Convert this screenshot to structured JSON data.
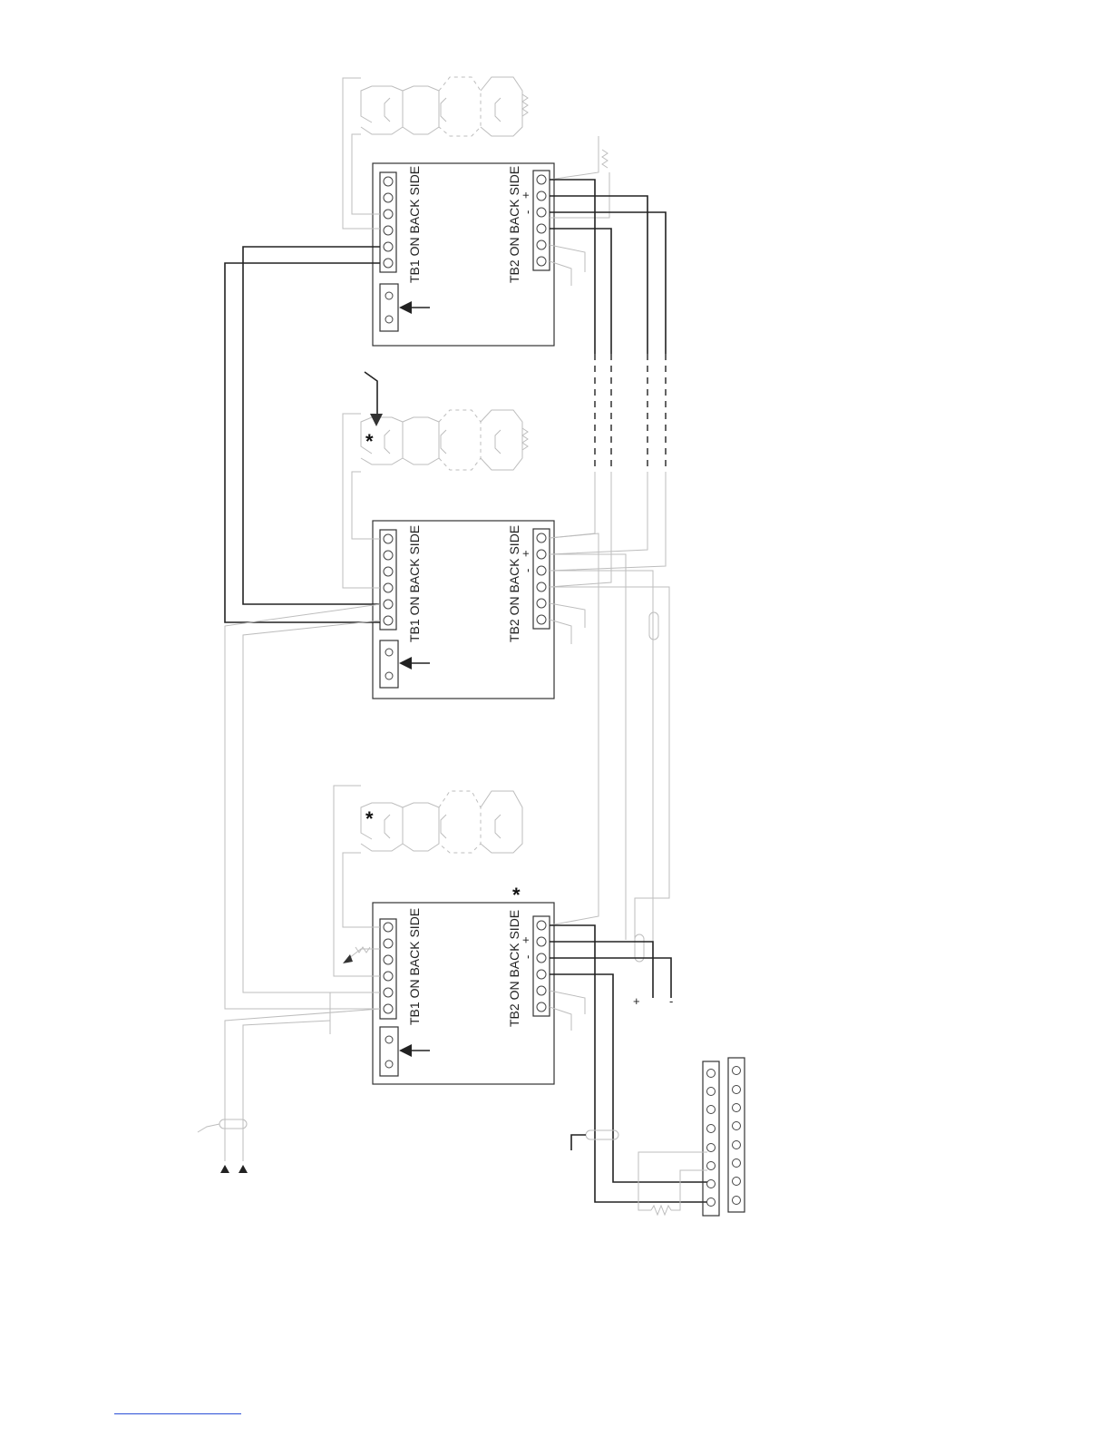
{
  "modules": [
    {
      "tb1_label": "TB1 ON BACK SIDE",
      "tb2_label": "TB2 ON BACK SIDE",
      "plus": "+",
      "minus": "-"
    },
    {
      "tb1_label": "TB1 ON BACK SIDE",
      "tb2_label": "TB2 ON BACK SIDE",
      "plus": "+",
      "minus": "-"
    },
    {
      "tb1_label": "TB1 ON BACK SIDE",
      "tb2_label": "TB2 ON BACK SIDE",
      "plus": "+",
      "minus": "-"
    }
  ],
  "markers": {
    "asterisk": "*"
  },
  "supply": {
    "plus": "+",
    "minus": "-"
  },
  "colors": {
    "wire": "#222222",
    "light_wire": "#bdbdbd",
    "footer_link": "#2a4fd6"
  }
}
